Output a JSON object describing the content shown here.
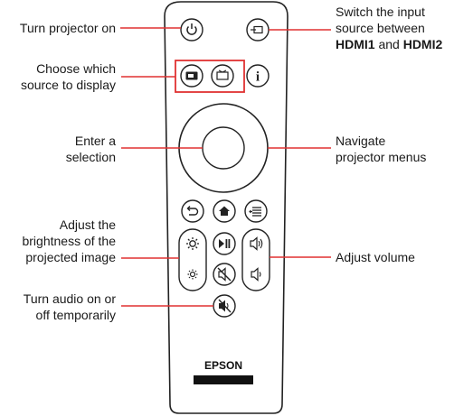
{
  "callouts": {
    "power": "Turn projector on",
    "input_line1": "Switch the input",
    "input_line2": "source between",
    "input_hdmi1": "HDMI1",
    "input_and": " and ",
    "input_hdmi2": "HDMI2",
    "source_line1": "Choose which",
    "source_line2": "source to display",
    "enter_line1": "Enter a",
    "enter_line2": "selection",
    "navigate_line1": "Navigate",
    "navigate_line2": "projector menus",
    "brightness_line1": "Adjust the",
    "brightness_line2": "brightness of the",
    "brightness_line3": "projected image",
    "volume": "Adjust volume",
    "mute_line1": "Turn audio on or",
    "mute_line2": "off temporarily"
  },
  "remote": {
    "brand": "EPSON"
  },
  "colors": {
    "callout_line": "#e03131",
    "outline": "#222222"
  }
}
